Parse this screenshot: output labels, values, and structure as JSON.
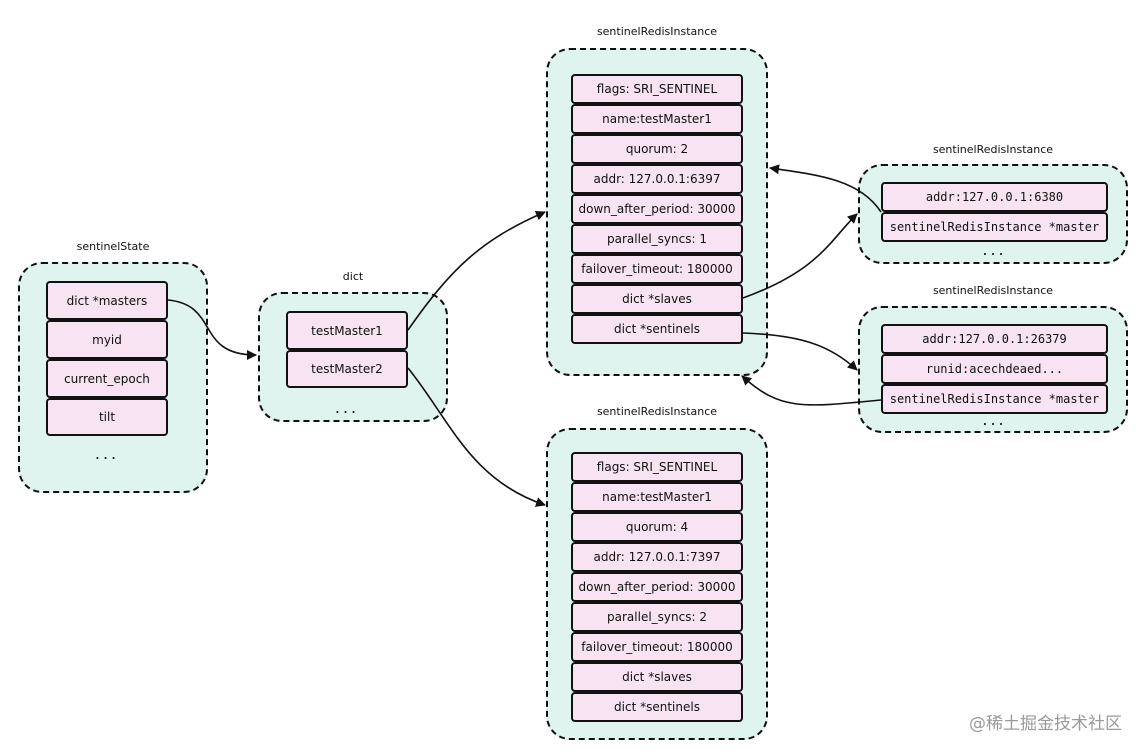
{
  "sentinel_state": {
    "label": "sentinelState",
    "fields": [
      "dict *masters",
      "myid",
      "current_epoch",
      "tilt"
    ],
    "ellipsis": "..."
  },
  "dict": {
    "label": "dict",
    "fields": [
      "testMaster1",
      "testMaster2"
    ],
    "ellipsis": "..."
  },
  "instance_top": {
    "label": "sentinelRedisInstance",
    "fields": [
      "flags: SRI_SENTINEL",
      "name:testMaster1",
      "quorum: 2",
      "addr: 127.0.0.1:6397",
      "down_after_period: 30000",
      "parallel_syncs: 1",
      "failover_timeout: 180000",
      "dict *slaves",
      "dict *sentinels"
    ]
  },
  "instance_bottom": {
    "label": "sentinelRedisInstance",
    "fields": [
      "flags: SRI_SENTINEL",
      "name:testMaster1",
      "quorum: 4",
      "addr: 127.0.0.1:7397",
      "down_after_period: 30000",
      "parallel_syncs: 2",
      "failover_timeout: 180000",
      "dict *slaves",
      "dict *sentinels"
    ]
  },
  "slave_instance": {
    "label": "sentinelRedisInstance",
    "fields": [
      "addr:127.0.0.1:6380",
      "sentinelRedisInstance *master"
    ],
    "ellipsis": "..."
  },
  "sentinel_instance": {
    "label": "sentinelRedisInstance",
    "fields": [
      "addr:127.0.0.1:26379",
      "runid:acechdeaed...",
      "sentinelRedisInstance *master"
    ],
    "ellipsis": "..."
  },
  "watermark": "@稀土掘金技术社区"
}
